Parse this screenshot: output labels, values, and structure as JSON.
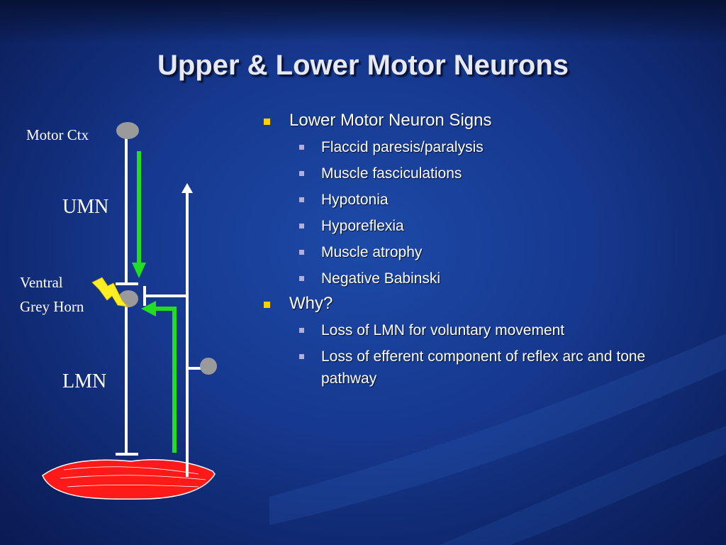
{
  "slide": {
    "title": "Upper & Lower Motor Neurons"
  },
  "diagram": {
    "labels": {
      "motor_ctx": "Motor Ctx",
      "umn": "UMN",
      "ventral_line1": "Ventral",
      "ventral_line2": "Grey Horn",
      "lmn": "LMN"
    },
    "colors": {
      "neuron_line": "#ffffff",
      "soma": "#9a9a9a",
      "signal_arrow": "#22dd22",
      "lesion_bolt": "#ffee22",
      "muscle": "#ff1a1a"
    }
  },
  "bullets": [
    {
      "text": "Lower Motor Neuron Signs",
      "children": [
        "Flaccid paresis/paralysis",
        "Muscle fasciculations",
        "Hypotonia",
        "Hyporeflexia",
        "Muscle atrophy",
        "Negative Babinski"
      ]
    },
    {
      "text": "Why?",
      "children": [
        "Loss of LMN for voluntary movement",
        "Loss of efferent component of reflex arc and tone pathway"
      ]
    }
  ],
  "theme": {
    "bullet_l1_color": "#ffd000",
    "bullet_l2_color": "#b0b0e0",
    "text_color": "#ffffff"
  }
}
